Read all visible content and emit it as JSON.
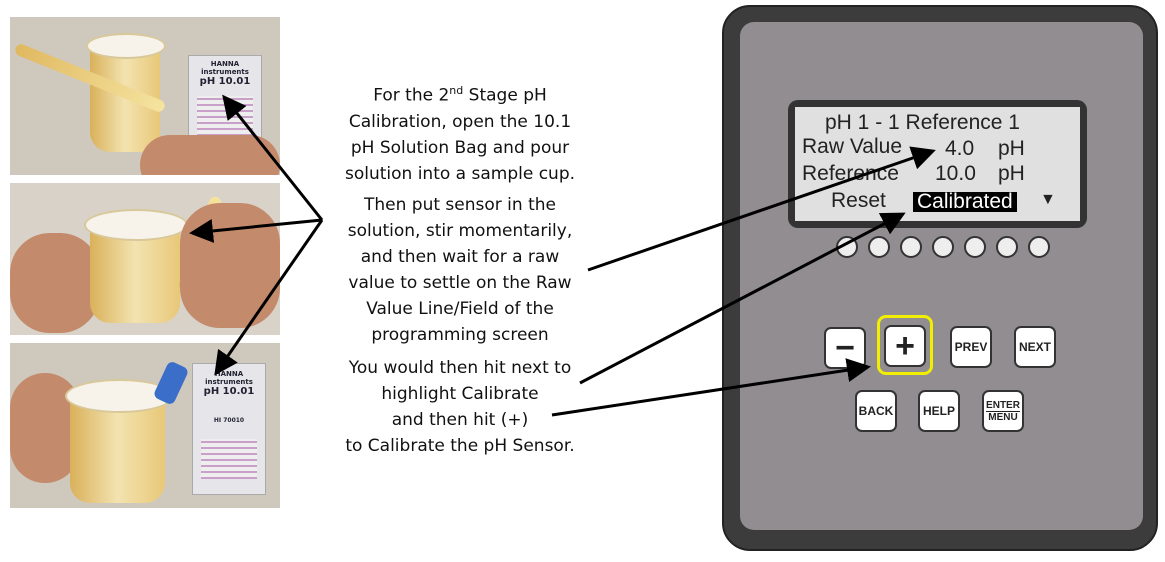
{
  "photos": {
    "bag_brand": "HANNA instruments",
    "bag_label": "pH 10.01",
    "bag_code": "HI 70010"
  },
  "instructions": {
    "p1_line1_pre": "For the 2",
    "p1_sup": "nd",
    "p1_line1_post": " Stage pH",
    "p1_rest": [
      "Calibration, open the 10.1",
      "pH Solution Bag and pour",
      "solution into a sample cup."
    ],
    "p2": [
      "Then put sensor in the",
      "solution, stir momentarily,",
      "and then wait for a raw",
      "value to settle on the Raw",
      "Value Line/Field of the",
      "programming screen"
    ],
    "p3": [
      "You would then hit next to",
      "highlight Calibrate",
      "and then hit (+)",
      "to Calibrate the pH Sensor."
    ]
  },
  "screen": {
    "title": "pH 1 - 1 Reference  1",
    "raw_label": "Raw Value",
    "raw_value": "4.0",
    "raw_unit": "pH",
    "ref_label": "Reference",
    "ref_value": "10.0",
    "ref_unit": "pH",
    "reset_label": "Reset",
    "selected": "Calibrated",
    "arrow": "▼"
  },
  "keys": {
    "minus": "−",
    "plus": "+",
    "prev": "PREV",
    "next": "NEXT",
    "back": "BACK",
    "help": "HELP",
    "enter": "ENTER",
    "menu": "MENU"
  },
  "colors": {
    "highlight": "#f2ee00",
    "panel": "#918d91",
    "bezel": "#3c3c3c"
  }
}
